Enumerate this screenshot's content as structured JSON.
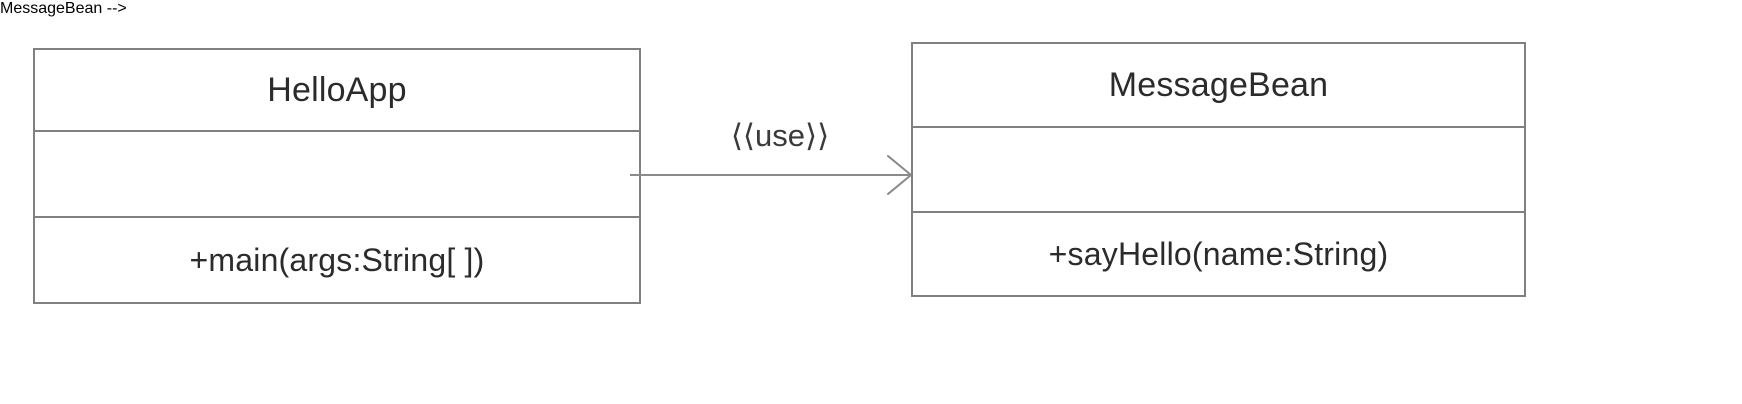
{
  "diagram": {
    "type": "uml-class-diagram",
    "background_color": "#ffffff",
    "border_color": "#808080",
    "text_color": "#2b2b2b"
  },
  "classes": [
    {
      "id": "helloapp",
      "name": "HelloApp",
      "attributes": [],
      "operations": [
        "+main(args:String[ ])"
      ]
    },
    {
      "id": "messagebean",
      "name": "MessageBean",
      "attributes": [],
      "operations": [
        "+sayHello(name:String)"
      ]
    }
  ],
  "relationship": {
    "kind": "dependency",
    "stereotype": "⟨⟨use⟩⟩",
    "source": "HelloApp",
    "target": "MessageBean",
    "line_style": "solid",
    "arrowhead": "open",
    "line_color": "#8a8a8a"
  }
}
